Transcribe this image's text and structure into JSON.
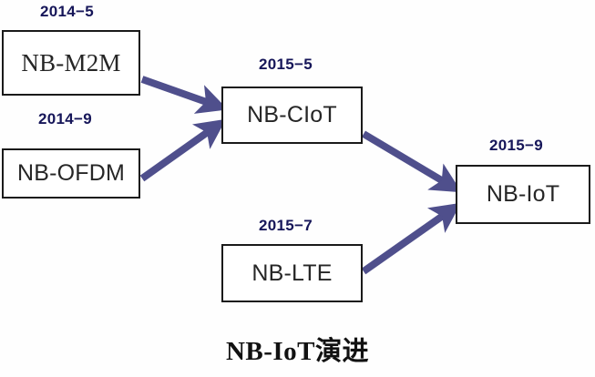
{
  "diagram": {
    "caption": "NB-IoT演进",
    "background_color": "#fefefe",
    "arrow_color": "#4f4f8c",
    "box_border_color": "#1a1a1a",
    "date_label_color": "#161659",
    "node_text_color": "#262626",
    "nodes": [
      {
        "id": "nb-m2m",
        "label": "NB-M2M",
        "date": "2014−5"
      },
      {
        "id": "nb-ofdm",
        "label": "NB-OFDM",
        "date": "2014−9"
      },
      {
        "id": "nb-ciot",
        "label": "NB-CIoT",
        "date": "2015−5"
      },
      {
        "id": "nb-lte",
        "label": "NB-LTE",
        "date": "2015−7"
      },
      {
        "id": "nb-iot",
        "label": "NB-IoT",
        "date": "2015−9"
      }
    ],
    "edges": [
      {
        "from": "nb-m2m",
        "to": "nb-ciot"
      },
      {
        "from": "nb-ofdm",
        "to": "nb-ciot"
      },
      {
        "from": "nb-ciot",
        "to": "nb-iot"
      },
      {
        "from": "nb-lte",
        "to": "nb-iot"
      }
    ]
  }
}
